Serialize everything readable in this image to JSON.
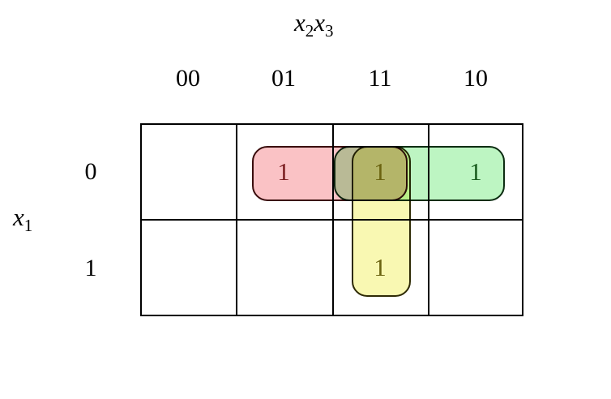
{
  "diagram": {
    "type": "karnaugh-map",
    "top_header": {
      "var_a": "x",
      "sub_a": "2",
      "var_b": "x",
      "sub_b": "3"
    },
    "side_header": {
      "var": "x",
      "sub": "1"
    },
    "column_headers": [
      "00",
      "01",
      "11",
      "10"
    ],
    "row_headers": [
      "0",
      "1"
    ],
    "cells": [
      {
        "row": 0,
        "col": 0,
        "value": ""
      },
      {
        "row": 0,
        "col": 1,
        "value": "1"
      },
      {
        "row": 0,
        "col": 2,
        "value": "1"
      },
      {
        "row": 0,
        "col": 3,
        "value": "1"
      },
      {
        "row": 1,
        "col": 0,
        "value": ""
      },
      {
        "row": 1,
        "col": 1,
        "value": ""
      },
      {
        "row": 1,
        "col": 2,
        "value": "1"
      },
      {
        "row": 1,
        "col": 3,
        "value": ""
      }
    ],
    "groups": [
      {
        "name": "pink-group",
        "fill": "#fac2c5",
        "border": "#3a0d0d",
        "digit_color": "#7c1f22",
        "cells": [
          "row0-col01",
          "row0-col11"
        ]
      },
      {
        "name": "green-group",
        "fill": "#bdf5c2",
        "border": "#0d2d12",
        "digit_color": "#1b5e20",
        "cells": [
          "row0-col11",
          "row0-col10"
        ]
      },
      {
        "name": "yellow-group",
        "fill": "#f9f8b2",
        "border": "#2e2a05",
        "digit_color": "#6b6310",
        "cells": [
          "row0-col11",
          "row1-col11"
        ]
      }
    ],
    "grid_line_color": "#000000",
    "background": "#ffffff"
  }
}
